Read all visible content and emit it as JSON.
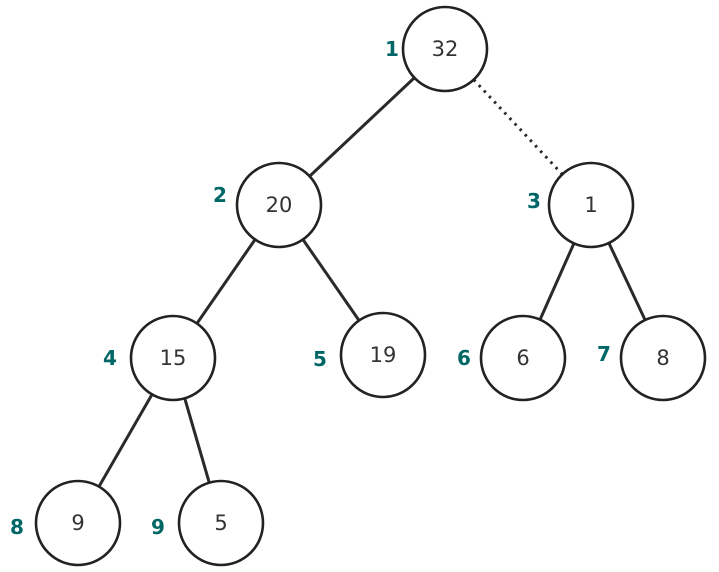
{
  "colors": {
    "index_label": "#006666",
    "node_stroke": "#222222",
    "edge": "#2a2a2a"
  },
  "nodes": [
    {
      "id": "n1",
      "index": "1",
      "value": "32"
    },
    {
      "id": "n2",
      "index": "2",
      "value": "20"
    },
    {
      "id": "n3",
      "index": "3",
      "value": "1"
    },
    {
      "id": "n4",
      "index": "4",
      "value": "15"
    },
    {
      "id": "n5",
      "index": "5",
      "value": "19"
    },
    {
      "id": "n6",
      "index": "6",
      "value": "6"
    },
    {
      "id": "n7",
      "index": "7",
      "value": "8"
    },
    {
      "id": "n8",
      "index": "8",
      "value": "9"
    },
    {
      "id": "n9",
      "index": "9",
      "value": "5"
    }
  ],
  "edges": [
    {
      "from": "n1",
      "to": "n2",
      "style": "solid"
    },
    {
      "from": "n1",
      "to": "n3",
      "style": "dotted"
    },
    {
      "from": "n2",
      "to": "n4",
      "style": "solid"
    },
    {
      "from": "n2",
      "to": "n5",
      "style": "solid"
    },
    {
      "from": "n3",
      "to": "n6",
      "style": "solid"
    },
    {
      "from": "n3",
      "to": "n7",
      "style": "solid"
    },
    {
      "from": "n4",
      "to": "n8",
      "style": "solid"
    },
    {
      "from": "n4",
      "to": "n9",
      "style": "solid"
    }
  ]
}
